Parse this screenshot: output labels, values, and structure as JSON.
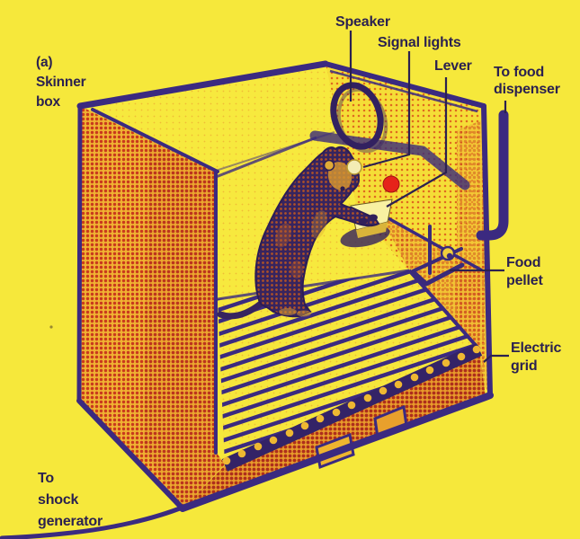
{
  "figure": {
    "caption_lines": [
      "(a)",
      "Skinner",
      "box"
    ]
  },
  "labels": {
    "speaker": "Speaker",
    "signal_lights": "Signal lights",
    "lever": "Lever",
    "to_food_dispenser_lines": [
      "To food",
      "dispenser"
    ],
    "food_pellet_lines": [
      "Food",
      "pellet"
    ],
    "electric_grid_lines": [
      "Electric",
      "grid"
    ],
    "to_shock_generator_lines": [
      "To",
      "shock",
      "generator"
    ]
  },
  "colors": {
    "background": "#f6e83b",
    "ink": "#2b2150",
    "outline_purple": "#3b2a80",
    "halftone_red": "#c9391d",
    "halftone_orange": "#e89b2b",
    "signal_red": "#e6231a",
    "signal_white": "#f3ecb4",
    "lever_yellow": "#f8f1a2",
    "rat_dark": "#37245f"
  }
}
